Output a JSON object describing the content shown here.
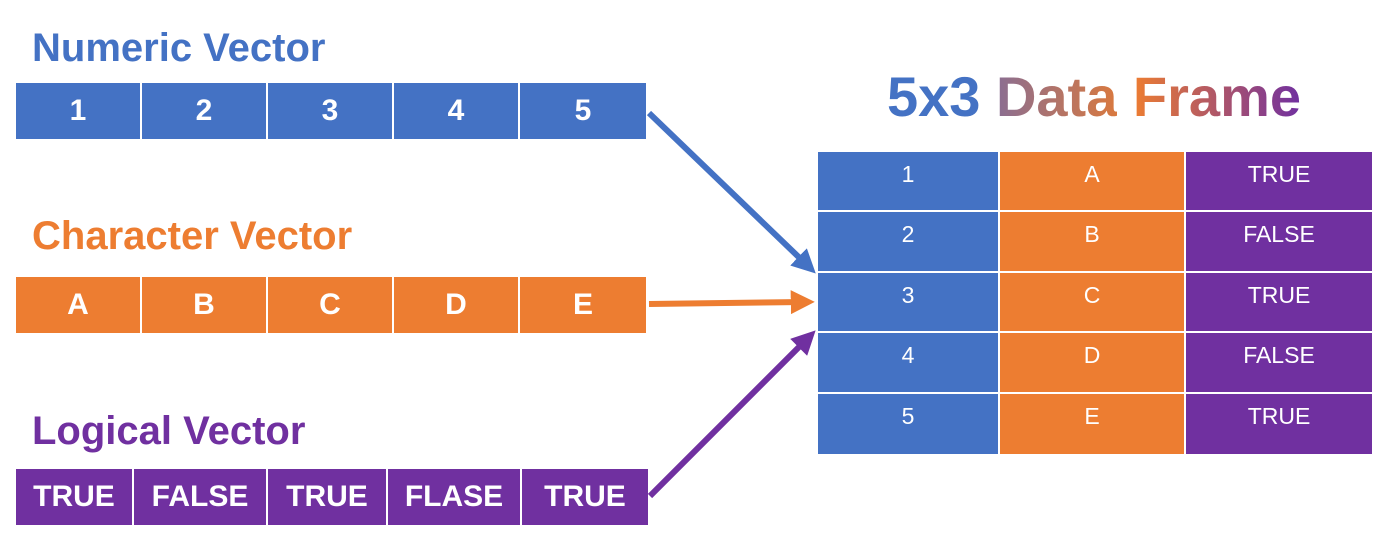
{
  "numeric_vector": {
    "title": "Numeric Vector",
    "values": [
      "1",
      "2",
      "3",
      "4",
      "5"
    ],
    "color": "#4472C4"
  },
  "character_vector": {
    "title": "Character Vector",
    "values": [
      "A",
      "B",
      "C",
      "D",
      "E"
    ],
    "color": "#ED7D31"
  },
  "logical_vector": {
    "title": "Logical Vector",
    "values": [
      "TRUE",
      "FALSE",
      "TRUE",
      "FLASE",
      "TRUE"
    ],
    "color": "#7030A0"
  },
  "data_frame": {
    "title_dims": "5x3",
    "title_data": "Data",
    "title_frame": "Frame",
    "title_colors": [
      "#4472C4",
      "#8A6E92",
      "#ED7D31",
      "#8E43A3"
    ],
    "rows": [
      [
        "1",
        "A",
        "TRUE"
      ],
      [
        "2",
        "B",
        "FALSE"
      ],
      [
        "3",
        "C",
        "TRUE"
      ],
      [
        "4",
        "D",
        "FALSE"
      ],
      [
        "5",
        "E",
        "TRUE"
      ]
    ]
  },
  "arrows": [
    {
      "from": "numeric_vector",
      "to": "data_frame",
      "color": "#4472C4"
    },
    {
      "from": "character_vector",
      "to": "data_frame",
      "color": "#ED7D31"
    },
    {
      "from": "logical_vector",
      "to": "data_frame",
      "color": "#7030A0"
    }
  ]
}
